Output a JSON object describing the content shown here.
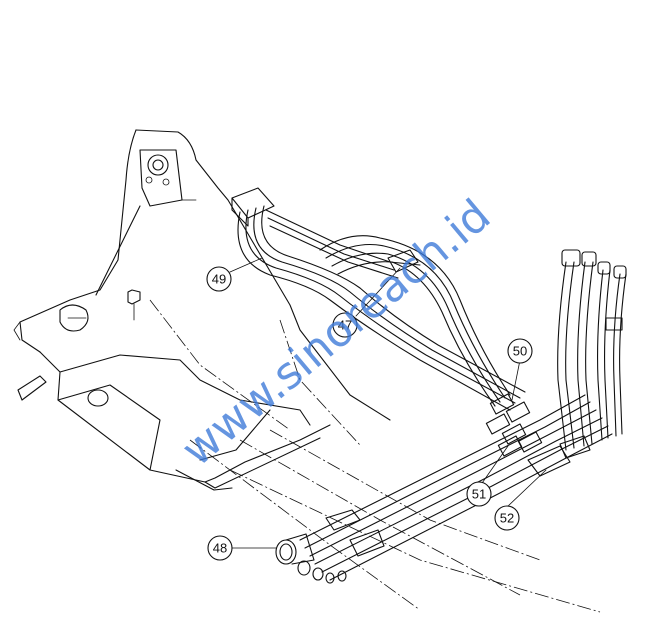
{
  "callouts": [
    {
      "id": "c49",
      "label": "49"
    },
    {
      "id": "c47",
      "label": "47"
    },
    {
      "id": "c50",
      "label": "50"
    },
    {
      "id": "c51",
      "label": "51"
    },
    {
      "id": "c52",
      "label": "52"
    },
    {
      "id": "c48",
      "label": "48"
    }
  ],
  "watermark": "www.sinoreach.id",
  "watermark_color": "#3a78d8"
}
